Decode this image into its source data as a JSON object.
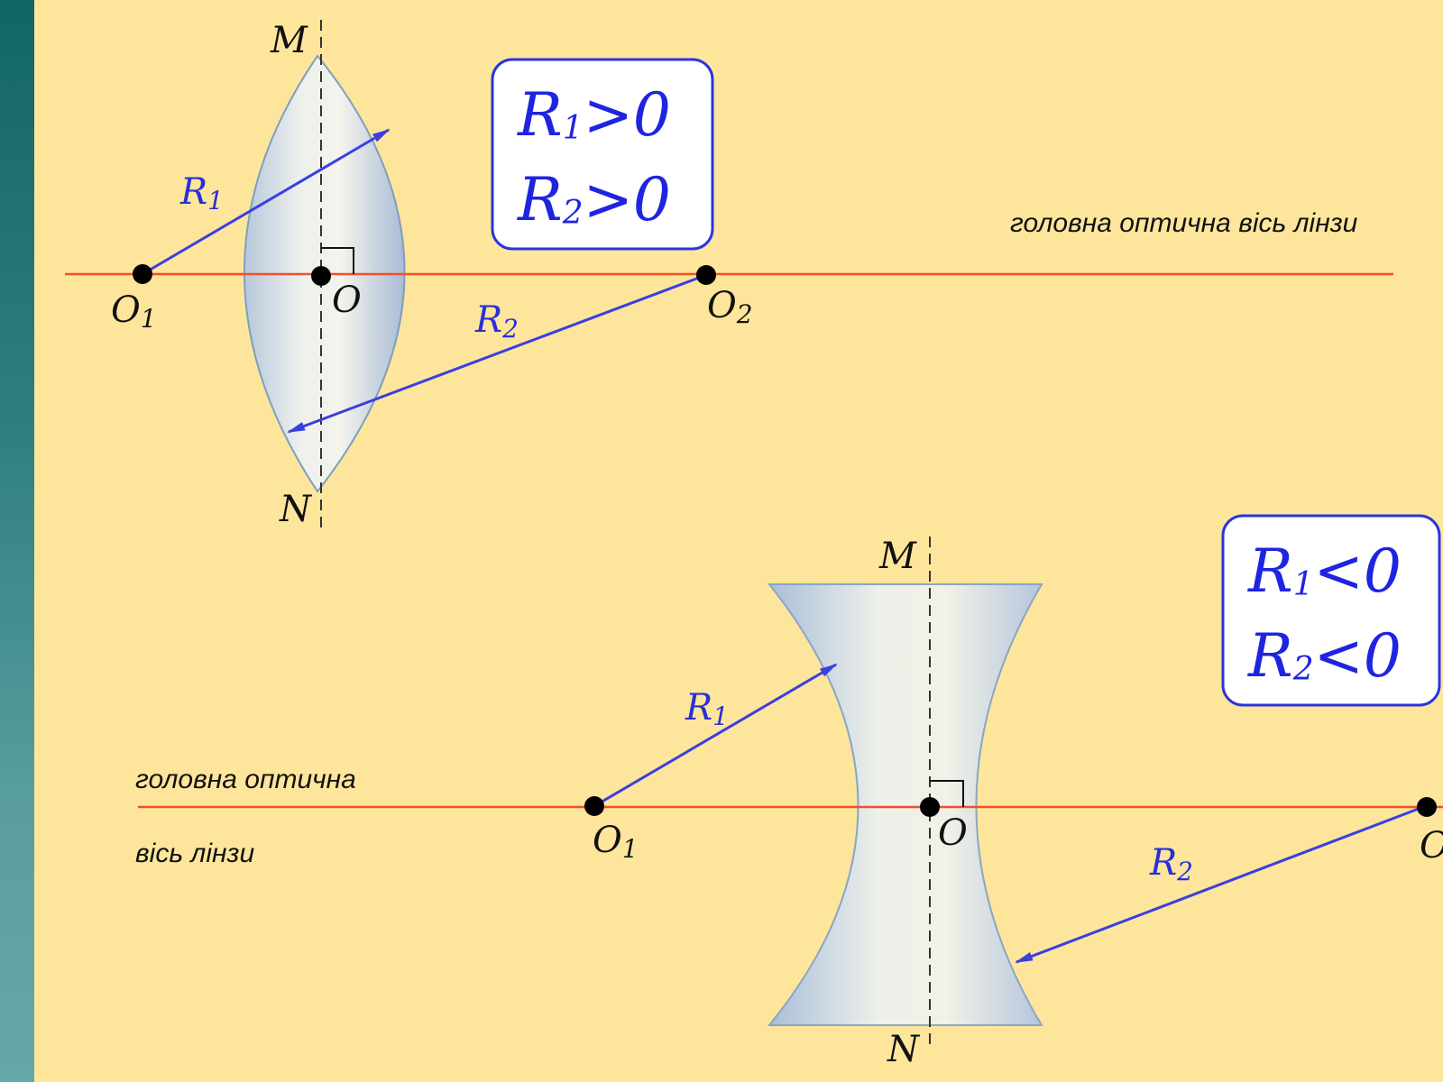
{
  "colors": {
    "background": "#fde69b",
    "axis": "#f0502a",
    "radius": "#3a3fe0",
    "condition_text": "#1f24e0",
    "condition_border": "#2a34e0",
    "lens_edge": "#7f9fc0"
  },
  "convex": {
    "label_M": "M",
    "label_N": "N",
    "label_O": "O",
    "label_O1": "O",
    "label_O1_sub": "1",
    "label_O2": "O",
    "label_O2_sub": "2",
    "label_R1": "R",
    "label_R1_sub": "1",
    "label_R2": "R",
    "label_R2_sub": "2",
    "axis_label": "головна оптична вісь лінзи",
    "condition_line1": {
      "letter": "R",
      "sub": "1",
      "op": ">",
      "val": "0"
    },
    "condition_line2": {
      "letter": "R",
      "sub": "2",
      "op": ">",
      "val": "0"
    }
  },
  "concave": {
    "label_M": "M",
    "label_N": "N",
    "label_O": "O",
    "label_O1": "O",
    "label_O1_sub": "1",
    "label_O2": "O",
    "label_R1": "R",
    "label_R1_sub": "1",
    "label_R2": "R",
    "label_R2_sub": "2",
    "axis_label_line1": "головна оптична",
    "axis_label_line2": "вісь лінзи",
    "condition_line1": {
      "letter": "R",
      "sub": "1",
      "op": "<",
      "val": "0"
    },
    "condition_line2": {
      "letter": "R",
      "sub": "2",
      "op": "<",
      "val": "0"
    }
  }
}
